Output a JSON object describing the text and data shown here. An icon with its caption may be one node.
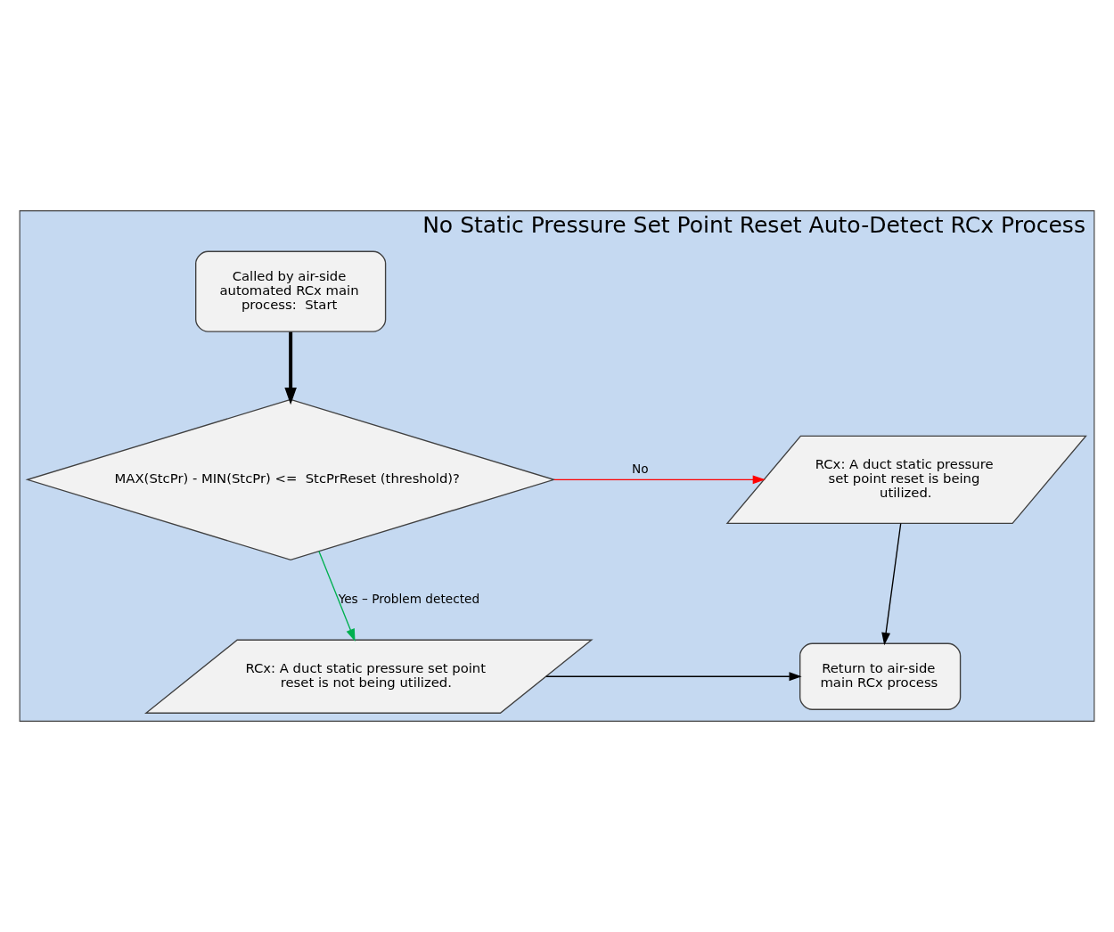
{
  "diagram": {
    "nodes": [
      {
        "text": [
          "No Static Pressure Set Point Reset Auto-Detect RCx Process"
        ]
      },
      {
        "text": [
          "Called by air-side automated RCx main process:  Start"
        ],
        "in": 0
      },
      {
        "text": [
          "MAX(StcPr) - MIN(StcPr) <=  StcPrReset (threshold)?"
        ],
        "in": 0
      },
      {
        "text": [
          "RCx: A duct static pressure set point reset is being utilized."
        ],
        "in": 0
      },
      {
        "text": [
          "RCx: A duct static pressure set point reset is not being utilized."
        ],
        "in": 0
      },
      {
        "text": [
          "Return to air-side main RCx process"
        ],
        "in": 0
      }
    ],
    "edges": [
      {
        "from": 1,
        "to": 2,
        "arrow": "to",
        "style": "thick"
      },
      {
        "from": 2,
        "to": 3,
        "arrow": "to",
        "label": "No",
        "color": "#ff0000"
      },
      {
        "from": 2,
        "to": 4,
        "arrow": "to",
        "label": "Yes – Problem detected",
        "color": "#00b050"
      },
      {
        "from": 3,
        "to": 5,
        "arrow": "to"
      },
      {
        "from": 4,
        "to": 5,
        "arrow": "to"
      }
    ]
  }
}
